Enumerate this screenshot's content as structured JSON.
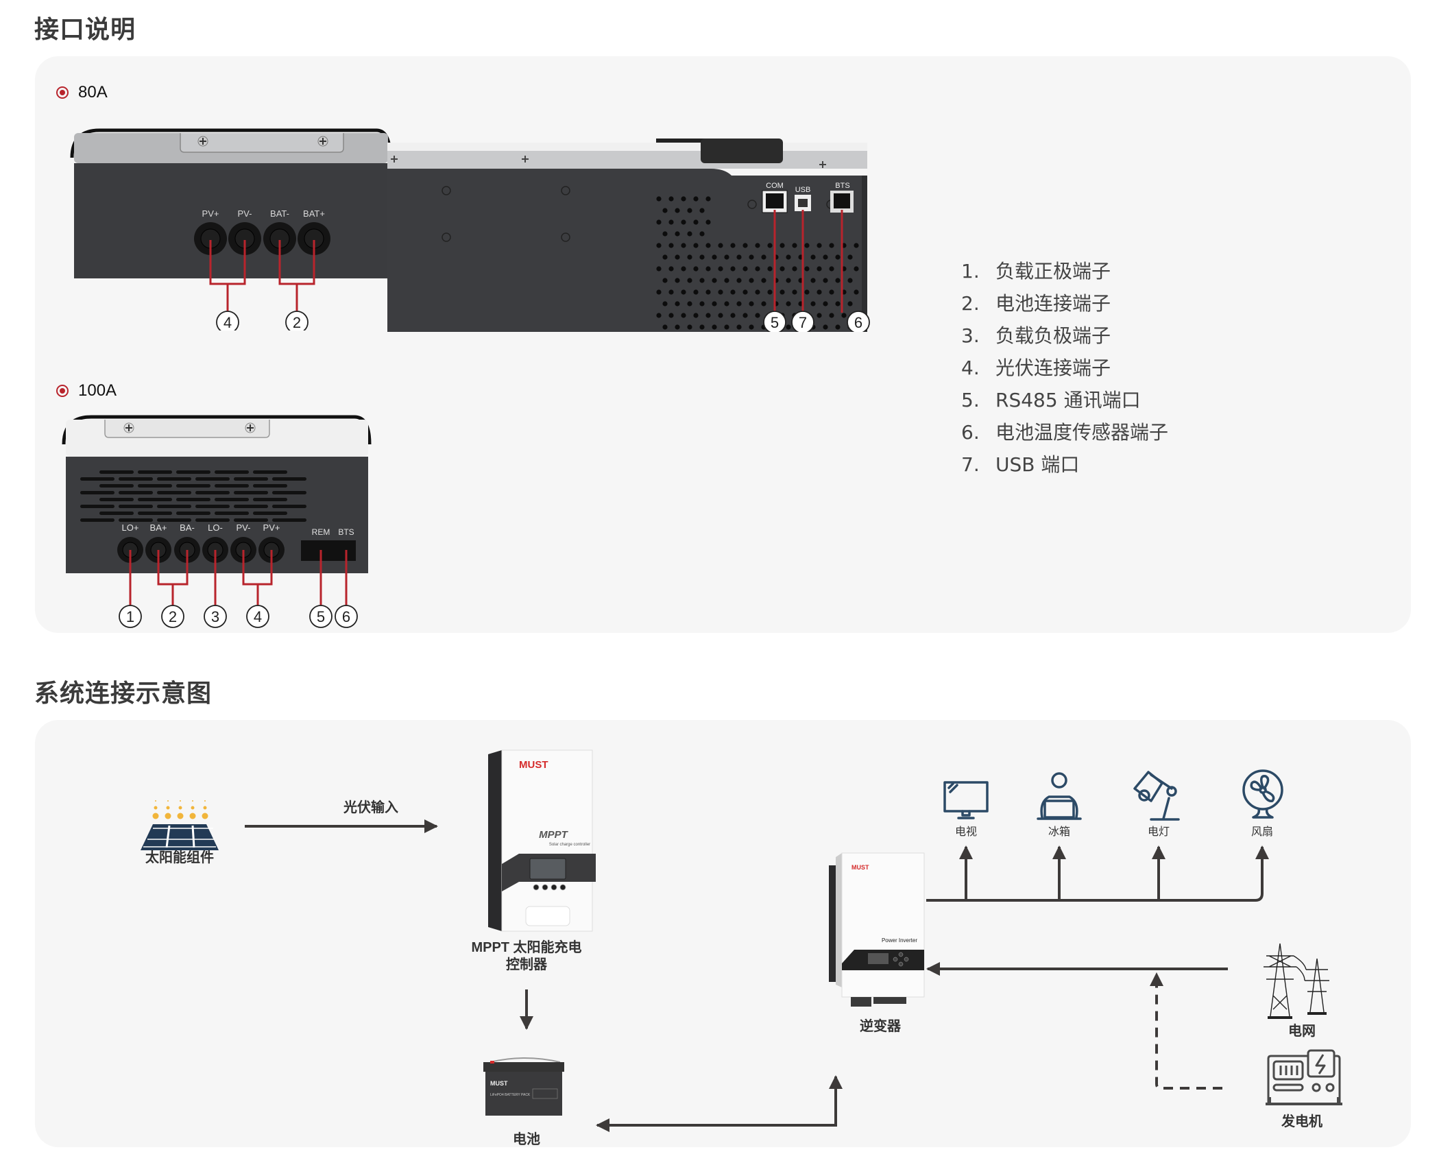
{
  "sections": {
    "interface_title": "接口说明",
    "system_title": "系统连接示意图"
  },
  "interface": {
    "model_80a": {
      "label": "80A",
      "front_terminals": [
        "PV+",
        "PV-",
        "BAT-",
        "BAT+"
      ],
      "front_callouts": [
        "4",
        "2"
      ],
      "side_ports": [
        "COM",
        "USB",
        "BTS"
      ],
      "side_callouts": [
        "5",
        "7",
        "6"
      ]
    },
    "model_100a": {
      "label": "100A",
      "terminals": [
        "LO+",
        "BA+",
        "BA-",
        "LO-",
        "PV-",
        "PV+"
      ],
      "ports": [
        "REM",
        "BTS"
      ],
      "callouts": [
        "1",
        "2",
        "3",
        "4",
        "5",
        "6"
      ]
    },
    "legend": [
      {
        "num": "1.",
        "text": "负载正极端子"
      },
      {
        "num": "2.",
        "text": "电池连接端子"
      },
      {
        "num": "3.",
        "text": "负载负极端子"
      },
      {
        "num": "4.",
        "text": "光伏连接端子"
      },
      {
        "num": "5.",
        "text": "RS485 通讯端口"
      },
      {
        "num": "6.",
        "text": "电池温度传感器端子"
      },
      {
        "num": "7.",
        "text": "USB 端口"
      }
    ]
  },
  "system": {
    "solar": {
      "label": "太阳能组件",
      "icon": "solar-panel-icon"
    },
    "pv_input": "光伏输入",
    "controller": {
      "line1": "MPPT 太阳能充电",
      "line2": "控制器",
      "brand": "MUST",
      "model_text": "MPPT",
      "sub_text": "Solar charge controller"
    },
    "battery": {
      "label": "电池",
      "brand": "MUST",
      "pack_text": "LiFePO4 BATTERY PACK"
    },
    "inverter": {
      "label": "逆变器",
      "brand": "MUST",
      "model_text": "Power Inverter"
    },
    "loads": [
      {
        "label": "电视",
        "icon": "tv-icon"
      },
      {
        "label": "冰箱",
        "icon": "person-laptop-icon"
      },
      {
        "label": "电灯",
        "icon": "desk-lamp-icon"
      },
      {
        "label": "风扇",
        "icon": "fan-icon"
      }
    ],
    "grid": {
      "label": "电网",
      "icon": "power-tower-icon"
    },
    "generator": {
      "label": "发电机",
      "icon": "generator-icon"
    }
  },
  "colors": {
    "accent_red": "#b8242c",
    "icon_blue": "#2c4a66",
    "arrow": "#3d3a39",
    "solar_dot": "#f1b53b"
  }
}
